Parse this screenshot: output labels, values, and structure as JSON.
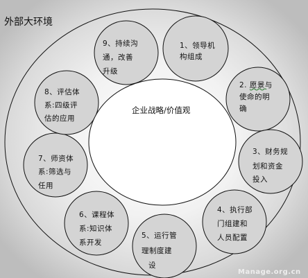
{
  "diagram": {
    "title": "外部大环境",
    "center_label": "企业战略/价值观",
    "watermark": "Manage.org.cn",
    "nodes": [
      {
        "label_lines": [
          "1、领导机",
          "构组成"
        ]
      },
      {
        "label_lines": [
          "2. 愿景与",
          "使命的明",
          "确"
        ]
      },
      {
        "label_lines": [
          "3、财务规",
          "划和资金",
          "投入"
        ]
      },
      {
        "label_lines": [
          "4、执行部",
          "门组建和",
          "人员配置"
        ]
      },
      {
        "label_lines": [
          "5、运行管",
          "理制度建",
          "设"
        ]
      },
      {
        "label_lines": [
          "6、课程体",
          "系:知识体",
          "系开发"
        ]
      },
      {
        "label_lines": [
          "7、师资体",
          "系:筛选与",
          "任用"
        ]
      },
      {
        "label_lines": [
          "8、评估体",
          "系:四级评",
          "估的应用"
        ]
      },
      {
        "label_lines": [
          "9、持续沟",
          "通，改善",
          "升级"
        ]
      }
    ],
    "colors": {
      "stroke": "#111111",
      "node_fill": "#d4d4d4",
      "center_fill": "#ffffff",
      "spelling_underline": "#2e7d32"
    }
  }
}
